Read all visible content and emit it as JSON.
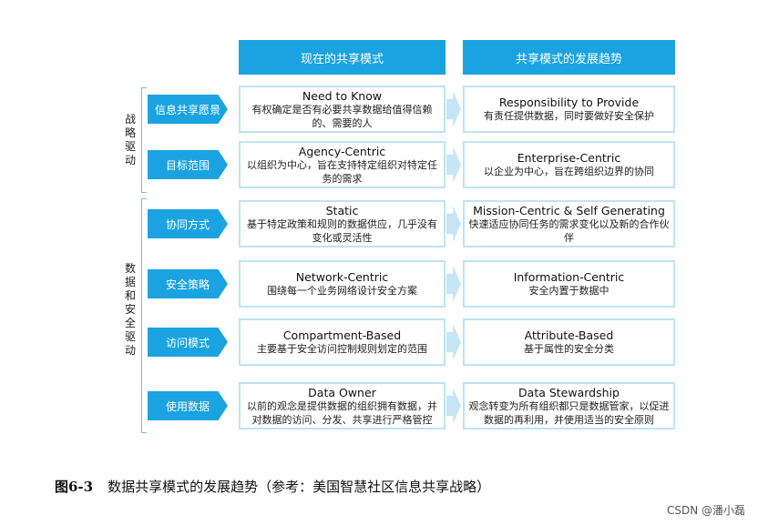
{
  "headers": {
    "current": "现在的共享模式",
    "trend": "共享模式的发展趋势"
  },
  "groups": {
    "strategy": "战略驱动",
    "data_security": "数据和安全驱动"
  },
  "rows": [
    {
      "label": "信息共享愿景",
      "current_title": "Need to Know",
      "current_desc": "有权确定是否有必要共享数据给值得信赖的、需要的人",
      "trend_title": "Responsibility to Provide",
      "trend_desc": "有责任提供数据，同时要做好安全保护"
    },
    {
      "label": "目标范围",
      "current_title": "Agency-Centric",
      "current_desc": "以组织为中心，旨在支持特定组织对特定任务的需求",
      "trend_title": "Enterprise-Centric",
      "trend_desc": "以企业为中心，旨在跨组织边界的协同"
    },
    {
      "label": "协同方式",
      "current_title": "Static",
      "current_desc": "基于特定政策和规则的数据供应，几乎没有变化或灵活性",
      "trend_title": "Mission-Centric & Self Generating",
      "trend_desc": "快速适应协同任务的需求变化以及新的合作伙伴"
    },
    {
      "label": "安全策略",
      "current_title": "Network-Centric",
      "current_desc": "围绕每一个业务网络设计安全方案",
      "trend_title": "Information-Centric",
      "trend_desc": "安全内置于数据中"
    },
    {
      "label": "访问模式",
      "current_title": "Compartment-Based",
      "current_desc": "主要基于安全访问控制规则划定的范围",
      "trend_title": "Attribute-Based",
      "trend_desc": "基于属性的安全分类"
    },
    {
      "label": "使用数据",
      "current_title": "Data Owner",
      "current_desc": "以前的观念是提供数据的组织拥有数据，并对数据的访问、分发、共享进行严格管控",
      "trend_title": "Data Stewardship",
      "trend_desc": "观念转变为所有组织都只是数据管家，以促进数据的再利用，并使用适当的安全原则"
    }
  ],
  "caption": {
    "number": "图6-3",
    "text": "数据共享模式的发展趋势（参考：美国智慧社区信息共享战略）"
  },
  "watermark": "CSDN @潘小磊"
}
